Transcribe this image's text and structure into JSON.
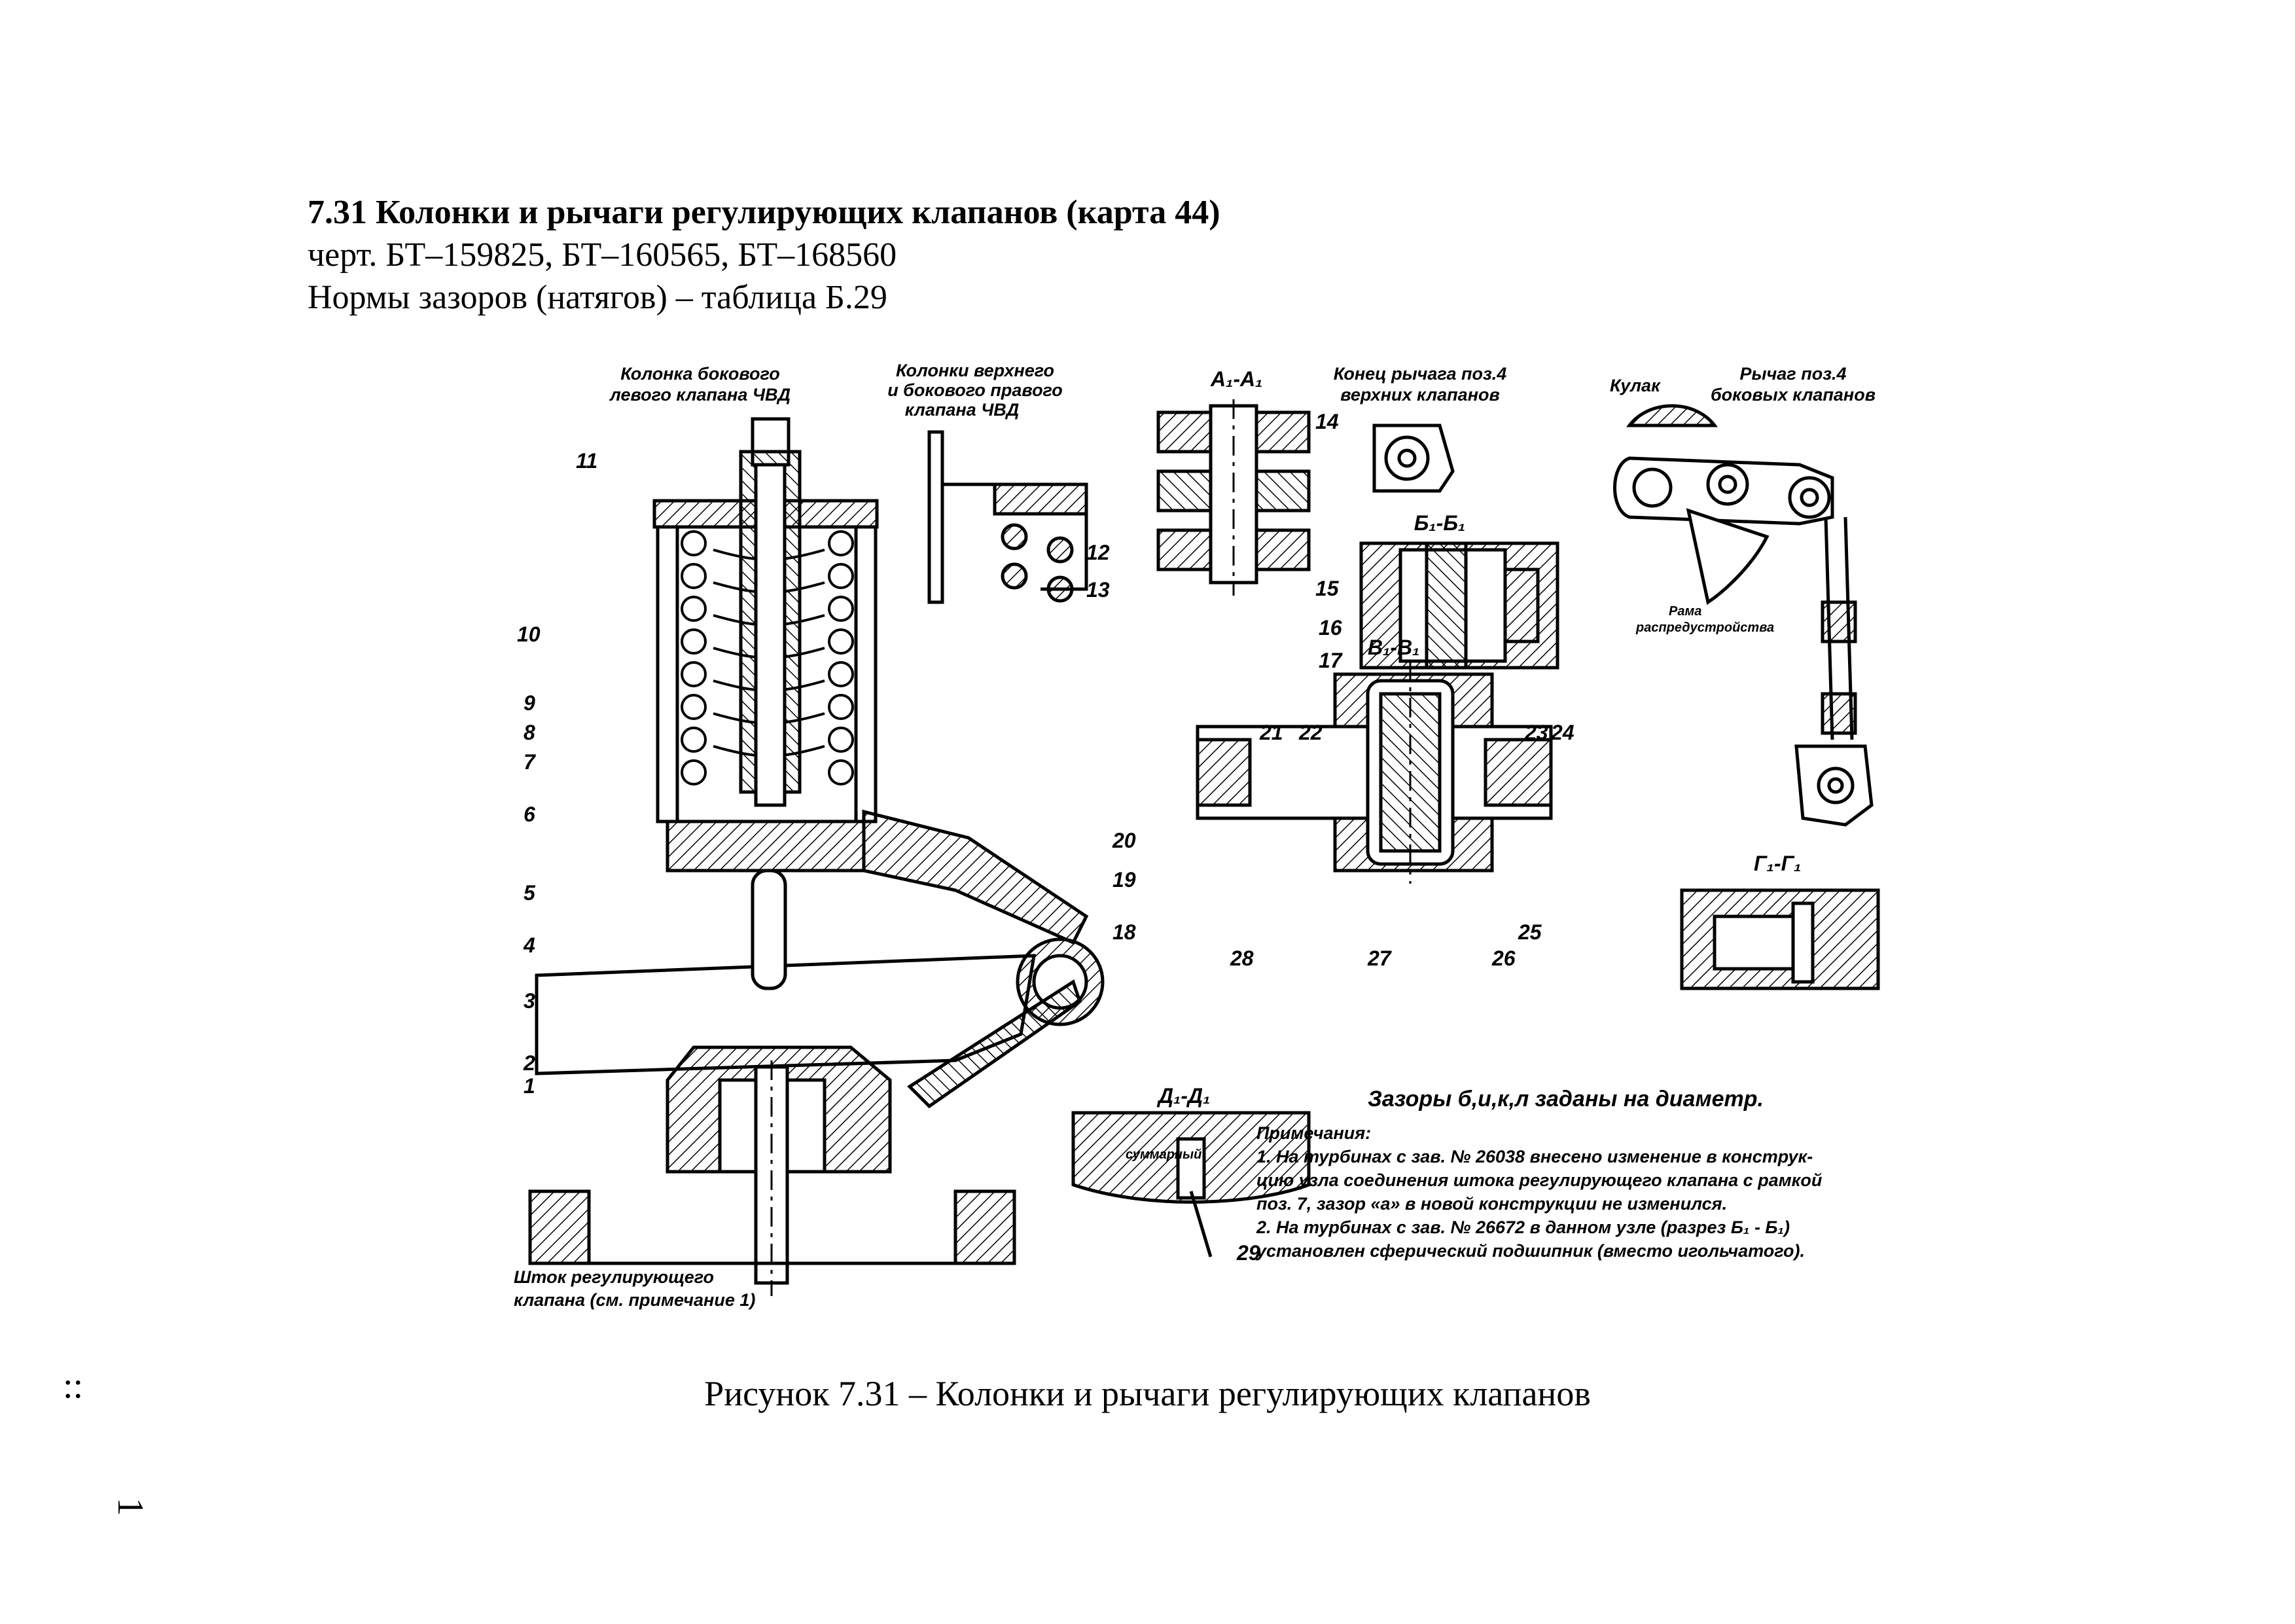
{
  "header": {
    "title": "7.31 Колонки и рычаги регулирующих клапанов (карта 44)",
    "drawings": "черт.  БТ–159825, БТ–160565, БТ–168560",
    "norms": "Нормы зазоров (натягов) – таблица Б.29"
  },
  "figure": {
    "col_left_title_1": "Колонка бокового",
    "col_left_title_2": "левого клапана ЧВД",
    "col_right_title_1": "Колонки верхнего",
    "col_right_title_2": "и бокового правого",
    "col_right_title_3": "клапана ЧВД",
    "section_a1": "А₁-А₁",
    "lever_end_1": "Конец рычага поз.4",
    "lever_end_2": "верхних клапанов",
    "section_b1": "Б₁-Б₁",
    "kulak": "Кулак",
    "lever_side_1": "Рычаг поз.4",
    "lever_side_2": "боковых клапанов",
    "frame_1": "Рама",
    "frame_2": "распредустройства",
    "section_v1": "В₁-В₁",
    "section_g1": "Г₁-Г₁",
    "section_d1": "Д₁-Д₁",
    "stem_1": "Шток регулирующего",
    "stem_2": "клапана (см. примечание 1)",
    "gaps_note": "Зазоры б,и,к,л заданы на диаметр.",
    "summary": "суммарный",
    "notes_title": "Примечания:",
    "note_1a": "1. На турбинах с зав. № 26038 внесено изменение в конструк-",
    "note_1b": "цию узла соединения штока регулирующего клапана с рамкой",
    "note_1c": "поз. 7, зазор «а» в новой конструкции не изменился.",
    "note_2a": "2. На турбинах с зав. № 26672 в данном узле (разрез Б₁ - Б₁)",
    "note_2b": "установлен сферический подшипник (вместо игольчатого).",
    "positions": [
      "1",
      "2",
      "3",
      "4",
      "5",
      "6",
      "7",
      "8",
      "9",
      "10",
      "11",
      "12",
      "13",
      "14",
      "15",
      "16",
      "17",
      "18",
      "19",
      "20",
      "21",
      "22",
      "23",
      "24",
      "25",
      "26",
      "27",
      "28",
      "29"
    ]
  },
  "caption": "Рисунок 7.31 – Колонки и рычаги регулирующих клапанов",
  "margin_marks": {
    "mark_top": "::",
    "mark_bottom": "1"
  }
}
